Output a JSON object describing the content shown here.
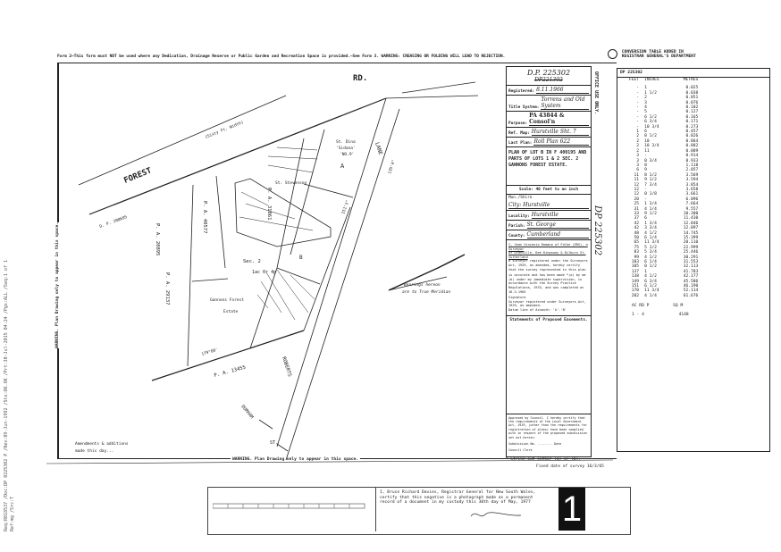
{
  "meta": {
    "line1": "Req:R018537 /Doc:DP 0225302 P /Rev:09-Jun-1992 /Sts:OK.OK /Prt:30-Jul-2015 04:24 /Pgs:ALL /Seq:1 of 1",
    "line2": "Ref:mg /Src:T"
  },
  "warnings": {
    "top": "Form 2—This form must NOT be used where any Dedication, Drainage Reserve or Public Garden and Recreation Space is provided.—See Form 3.   WARNING: CREASING OR FOLDING WILL LEAD TO REJECTION.",
    "bottom": "WARNING.  Plan Drawing only to appear in this space.",
    "left": "WARNING.  Plan Drawing only to appear in this space."
  },
  "plan": {
    "road_forest": "FOREST",
    "road_rd": "RD.",
    "road_width": "(Sixty Ft. Width)",
    "lane": "LANE",
    "roberts": "ROBERTS",
    "durham": "DURHAM",
    "st": "ST.",
    "dp_208695": "D. P. 208695",
    "pa_40577": "P. A. 40577",
    "pa_29137": "P. A. 29137",
    "pa_31861": "P. A. 31861",
    "pa_13455": "P. A. 13455",
    "pa_left": "P. A. 20895",
    "sec": "Sec. 2",
    "area": "1ac 0r 4p",
    "estate1": "Gannons  Forest",
    "estate2": "Estate",
    "stevenson": "St. Stevenson",
    "lot_a_desc1": "St. Dina",
    "lot_a_desc2": "'Sidana'",
    "lot_a_desc3": "'NO.9'",
    "lot_a": "A",
    "lot_b": "B",
    "bearing_1": "Bearings hereon",
    "bearing_2": "are to True Meridian",
    "amend_1": "Amendments & additions",
    "amend_2": "made this day...",
    "bearing_dim": "179°00'",
    "dim_a": "151'3\"",
    "dim_b": "135'4\""
  },
  "title_block": {
    "dp_number": "D.P. 225302",
    "dp_old": "DP221302",
    "registered_label": "Registered:",
    "registered_value": "8.11.1966",
    "title_system_label": "Title System:",
    "title_system_value": "Torrens and Old System",
    "purpose_label": "Purpose:",
    "purpose_value": "PA 43844 & Consol'n",
    "ref_map_label": "Ref. Map:",
    "ref_map_value": "Hurstville Sht. 7",
    "last_plan_label": "Last Plan:",
    "last_plan_value": "Roll Plan 622",
    "plan_title": "PLAN OF LOT B IN F 400195 AND PARTS OF LOTS 1 & 2 SEC. 2 GANNONS FOREST ESTATE.",
    "scale": "Scale:  40 feet  to an inch",
    "mun_label": "Mun./Shire",
    "mun_value": "City: Hurstville",
    "locality_label": "Locality:",
    "locality_value": "Hurstville",
    "parish_label": "Parish:",
    "parish_value": "St. George",
    "county_label": "County:",
    "county_value": "Cumberland",
    "surveyor_1": "I, Jean Vincenio Romano of Folke (ERS), a Surveyor",
    "surveyor_2": "of Granville, Dee Kingsway & Kilburn St. Sutherland",
    "surveyor_3": "a surveyor registered under the Surveyors Act, 1929, as amended, hereby certify that the survey represented in this plan",
    "surveyor_4": "is accurate and has been made *(a) by me (b) under my immediate supervision, in accordance with the Survey Practice Regulations, 1933, and was completed on 16.3.1965",
    "signature_label": "Signature",
    "surveyor_5": "Surveyor registered under Surveyors Act, 1929, as amended.",
    "datum": "Datum line of Azimuth: 'A'-'B'",
    "easements": "Statements of Proposed Easements.",
    "council_text": "Approved by Council. I hereby certify that the requirements of the Local Government Act, 1919, (other than the requirements for registration of plans) have been complied with in respect of the proposed subdivision set out herein.",
    "subdivision_label": "Subdivision No.",
    "date_label": "Date",
    "council_clerk": "Council Clerk",
    "strike_note": "* Strike out either (a) or (b).",
    "fixed_date": "Fixed date of survey 16/3/65",
    "office_use": "OFFICE USE ONLY.",
    "dp_stamp": "DP 225302"
  },
  "conversion": {
    "heading_1": "CONVERSION TABLE ADDED IN",
    "heading_2": "REGISTRAR GENERAL'S DEPARTMENT",
    "dp": "DP 225302",
    "col_feet": "FEET",
    "col_inches": "INCHES",
    "col_metres": "METRES",
    "rows": [
      [
        "-",
        "1",
        "0.025"
      ],
      [
        "-",
        "1 1/2",
        "0.038"
      ],
      [
        "-",
        "2",
        "0.051"
      ],
      [
        "-",
        "3",
        "0.076"
      ],
      [
        "-",
        "4",
        "0.102"
      ],
      [
        "-",
        "5",
        "0.127"
      ],
      [
        "-",
        "6 1/2",
        "0.165"
      ],
      [
        "-",
        "6 3/4",
        "0.171"
      ],
      [
        "-",
        "10 3/4",
        "0.273"
      ],
      [
        "1",
        "6",
        "0.457"
      ],
      [
        "2",
        "8 1/2",
        "0.826"
      ],
      [
        "2",
        "10",
        "0.864"
      ],
      [
        "2",
        "10 3/4",
        "0.882"
      ],
      [
        "2",
        "11",
        "0.889"
      ],
      [
        "3",
        "-",
        "0.914"
      ],
      [
        "3",
        "0 3/4",
        "0.933"
      ],
      [
        "3",
        "8",
        "1.118"
      ],
      [
        "6",
        "9",
        "2.057"
      ],
      [
        "11",
        "8 1/2",
        "3.569"
      ],
      [
        "11",
        "9 1/2",
        "3.594"
      ],
      [
        "12",
        "7 3/4",
        "3.854"
      ],
      [
        "12",
        "-",
        "3.658"
      ],
      [
        "12",
        "0 1/8",
        "3.661"
      ],
      [
        "20",
        "-",
        "6.096"
      ],
      [
        "25",
        "1 3/4",
        "7.664"
      ],
      [
        "31",
        "4 1/4",
        "9.557"
      ],
      [
        "33",
        "9 1/2",
        "10.300"
      ],
      [
        "37",
        "6",
        "11.430"
      ],
      [
        "42",
        "1 3/4",
        "12.846"
      ],
      [
        "42",
        "3 3/4",
        "12.897"
      ],
      [
        "48",
        "4 1/2",
        "14.745"
      ],
      [
        "50",
        "6 1/4",
        "15.399"
      ],
      [
        "65",
        "11 3/4",
        "20.110"
      ],
      [
        "75",
        "5 1/2",
        "22.999"
      ],
      [
        "83",
        "5 3/4",
        "25.446"
      ],
      [
        "99",
        "4 1/2",
        "30.291"
      ],
      [
        "103",
        "6 1/4",
        "31.553"
      ],
      [
        "105",
        "0 1/2",
        "32.113"
      ],
      [
        "137",
        "1",
        "41.783"
      ],
      [
        "138",
        "4 1/2",
        "42.177"
      ],
      [
        "149",
        "6 3/4",
        "45.586"
      ],
      [
        "151",
        "6 1/2",
        "46.190"
      ],
      [
        "170",
        "11 3/4",
        "52.114"
      ],
      [
        "202",
        "4 1/4",
        "61.676"
      ]
    ],
    "area_head_1": "AC RD P",
    "area_head_2": "SQ M",
    "area_imperial": "1 - 4",
    "area_metric": "4148"
  },
  "certificate": {
    "text": "I, Bruce Richard Davies, Registrar General for New South Wales, certify that this negative is a photograph made as a permanent record of a document in my custody this 30th day of May, 1977",
    "sheet_number": "1"
  }
}
